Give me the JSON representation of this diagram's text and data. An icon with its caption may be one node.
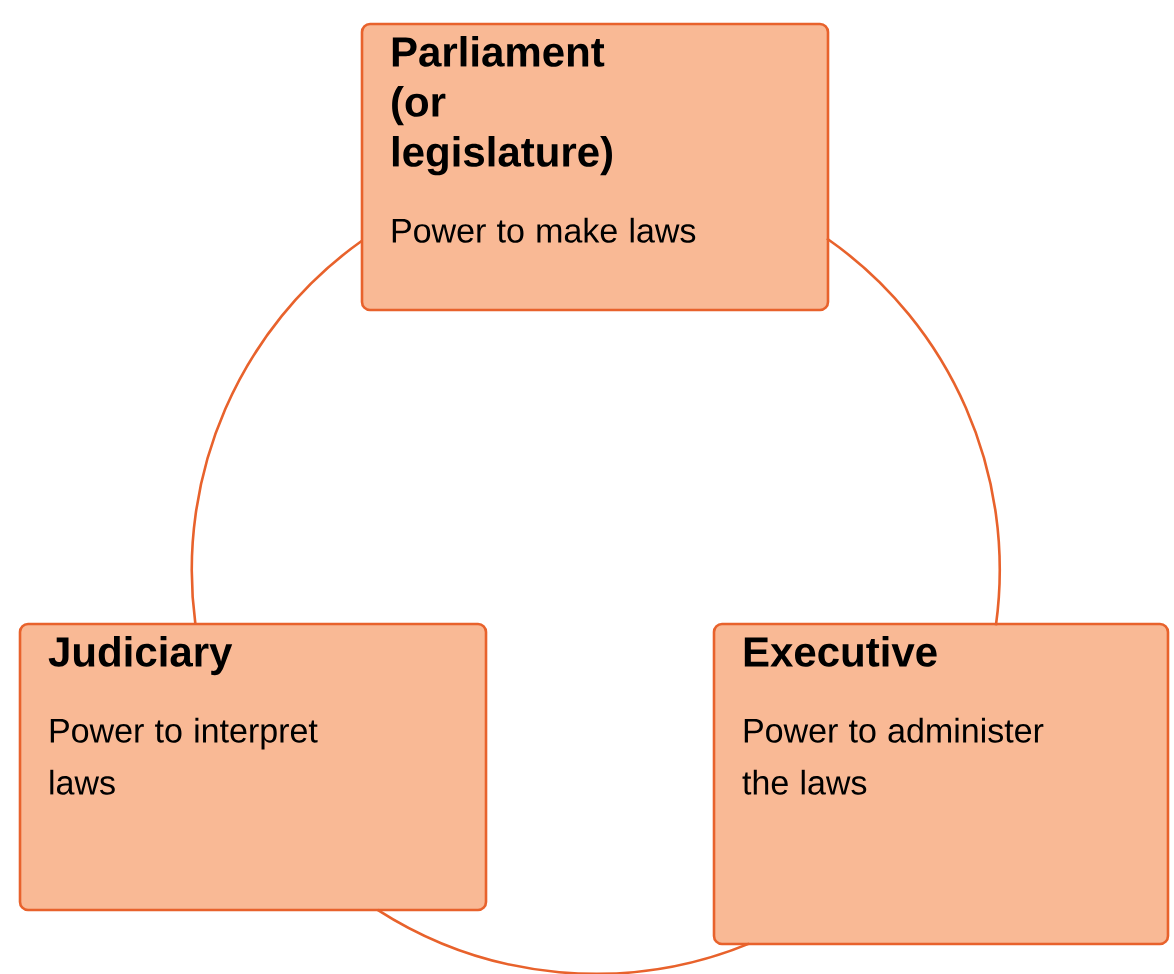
{
  "diagram": {
    "nodes": [
      {
        "text": [
          "Parliament (or legislature)",
          "Power to make laws"
        ]
      },
      {
        "text": [
          "Judiciary",
          "Power to interpret laws"
        ]
      },
      {
        "text": [
          "Executive",
          "Power to administer the laws"
        ]
      }
    ],
    "edges": [
      {
        "from": 0,
        "to": 1,
        "arrow": "none"
      },
      {
        "from": 0,
        "to": 2,
        "arrow": "none"
      },
      {
        "from": 1,
        "to": 2,
        "arrow": "none"
      }
    ]
  }
}
